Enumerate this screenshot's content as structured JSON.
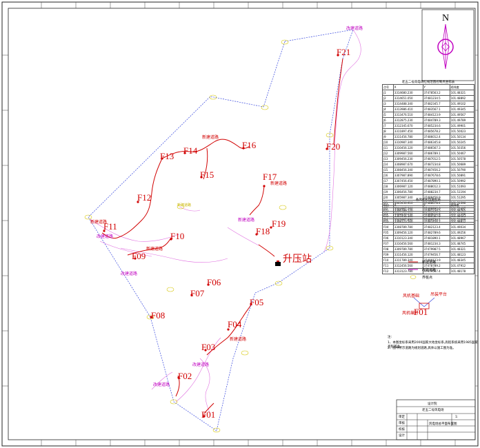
{
  "turbines": [
    "F01",
    "F02",
    "F03",
    "F04",
    "F05",
    "F06",
    "F07",
    "F08",
    "F09",
    "F10",
    "F11",
    "F12",
    "F13",
    "F14",
    "F15",
    "F16",
    "F17",
    "F18",
    "F19",
    "F20",
    "F21"
  ],
  "substation": {
    "label": "升压站"
  },
  "roads": {
    "top_right": "改建道路",
    "f16_area": "新建道路",
    "f17": "新建道路",
    "left": "改建道路",
    "f10": "新建道路",
    "f09": "改建道路",
    "mid_left": "新建道路",
    "f19_area": "新建道路",
    "f04": "新建道路",
    "bottom": "改建道路",
    "bottom_left": "改建道路",
    "center_small": "新建道路"
  },
  "coord_table": {
    "title": "老五二号风电场红线范围控制点坐标表",
    "header": [
      "点号",
      "X",
      "Y",
      "经纬度"
    ],
    "rows": [
      [
        "J1",
        "3314680.230",
        "37478563.2",
        "101.48321"
      ],
      [
        "J2",
        "3314651.050",
        "37481234.5",
        "101.48892"
      ],
      [
        "J3",
        "3314488.340",
        "37482345.7",
        "101.49102"
      ],
      [
        "J4",
        "3313986.410",
        "37483567.1",
        "101.49345"
      ],
      [
        "J5",
        "3313476.510",
        "37484123.9",
        "101.49567"
      ],
      [
        "J6",
        "3312875.230",
        "37484789.3",
        "101.49789"
      ],
      [
        "J7",
        "3312345.670",
        "37485234.6",
        "101.49901"
      ],
      [
        "J8",
        "3311897.450",
        "37485678.2",
        "101.50023"
      ],
      [
        "J9",
        "3311456.780",
        "37486012.4",
        "101.50134"
      ],
      [
        "J10",
        "3310987.340",
        "37486345.8",
        "101.50245"
      ],
      [
        "J11",
        "3310456.120",
        "37486567.3",
        "101.50356"
      ],
      [
        "J12",
        "3309987.560",
        "37486789.1",
        "101.50467"
      ],
      [
        "J13",
        "3309456.230",
        "37487012.5",
        "101.50578"
      ],
      [
        "J14",
        "3308987.670",
        "37487234.8",
        "101.50689"
      ],
      [
        "J15",
        "3308456.340",
        "37487456.2",
        "101.50790"
      ],
      [
        "J16",
        "3307987.890",
        "37487678.6",
        "101.50891"
      ],
      [
        "J17",
        "3307456.450",
        "37487890.1",
        "101.50992"
      ],
      [
        "J18",
        "3306987.120",
        "37488012.3",
        "101.51093"
      ],
      [
        "J19",
        "3306456.780",
        "37488234.7",
        "101.51194"
      ],
      [
        "J20",
        "3305987.340",
        "37488456.9",
        "101.51295"
      ],
      [
        "J21",
        "3305456.910",
        "37488678.4",
        "101.51396"
      ],
      [
        "J22",
        "3304987.560",
        "37488890.6",
        "101.51497"
      ],
      [
        "J23",
        "3304456.230",
        "37489012.8",
        "101.51598"
      ],
      [
        "J24",
        "3303987.890",
        "37489234.1",
        "101.51699"
      ]
    ]
  },
  "turbine_table": {
    "title": "各风机机位坐标表",
    "header": [
      "机位",
      "X",
      "Y",
      "经纬度"
    ],
    "rows": [
      [
        "F01",
        "3306789.120",
        "37481234.5",
        "101.48765"
      ],
      [
        "F02",
        "3307456.340",
        "37480567.8",
        "101.48543"
      ],
      [
        "F03",
        "3308123.560",
        "37481456.2",
        "101.48812"
      ],
      [
        "F04",
        "3308789.780",
        "37482123.4",
        "101.49034"
      ],
      [
        "F05",
        "3309456.120",
        "37482789.6",
        "101.49256"
      ],
      [
        "F06",
        "3310123.340",
        "37481890.1",
        "101.48967"
      ],
      [
        "F07",
        "3310456.560",
        "37481234.3",
        "101.48745"
      ],
      [
        "F08",
        "3309789.780",
        "37479987.5",
        "101.48321"
      ],
      [
        "F09",
        "3311456.120",
        "37479456.7",
        "101.48123"
      ],
      [
        "F10",
        "3311789.340",
        "37480123.9",
        "101.48345"
      ],
      [
        "F11",
        "3312456.560",
        "37478789.2",
        "101.47912"
      ],
      [
        "F12",
        "3313123.780",
        "37479567.4",
        "101.48178"
      ]
    ]
  },
  "legend": [
    {
      "label": "新建道路",
      "color": "#d10000"
    },
    {
      "label": "改建道路",
      "color": "#c000c0"
    },
    {
      "label": "界桩点",
      "color": "#c8b400"
    }
  ],
  "detail": {
    "left_label": "风机基础",
    "right_label": "吊装平台",
    "bottom_label": "风机编号",
    "turbine": "F01"
  },
  "notes": {
    "title": "注:",
    "line1": "1、本图坐标系采用2000国家大地坐标系,高程系统采用1985国家高程基准。",
    "line2": "2、图中所示道路为规划道路,具体以施工图为准。"
  },
  "title_block": {
    "company": "设计院",
    "project": "老五二号风电场",
    "drawing": "风电场总平面布置图",
    "scale": "1:",
    "role1": "审定",
    "role2": "审核",
    "role3": "校核",
    "role4": "设计"
  },
  "north_label": "N"
}
